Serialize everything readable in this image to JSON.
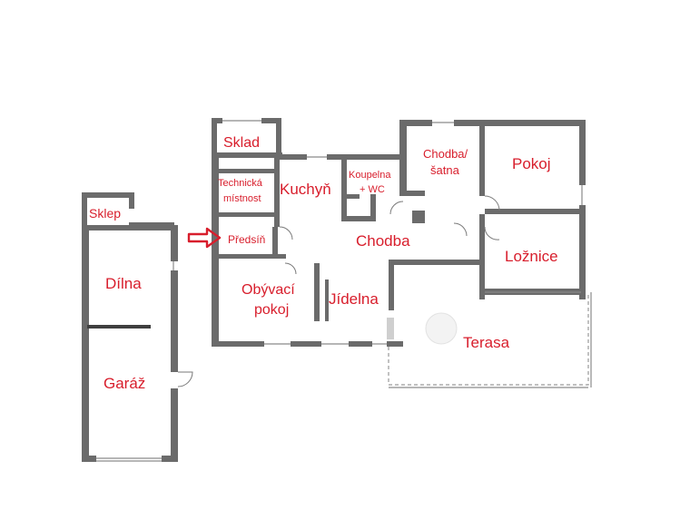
{
  "rooms": {
    "sklad": "Sklad",
    "technicka_1": "Technická",
    "technicka_2": "místnost",
    "kuchyn": "Kuchyň",
    "koupelna_1": "Koupelna",
    "koupelna_2": "+ WC",
    "chodba_satna_1": "Chodba/",
    "chodba_satna_2": "šatna",
    "pokoj": "Pokoj",
    "sklep": "Sklep",
    "predsin": "Předsíň",
    "chodba": "Chodba",
    "loznice": "Ložnice",
    "dilna": "Dílna",
    "obyvaci_1": "Obývací",
    "obyvaci_2": "pokoj",
    "jidelna": "Jídelna",
    "terasa": "Terasa",
    "garaz": "Garáž"
  },
  "colors": {
    "label": "#d81e2c",
    "wall": "#6b6b6b"
  },
  "icons": {
    "entrance": "entrance-arrow-icon"
  }
}
